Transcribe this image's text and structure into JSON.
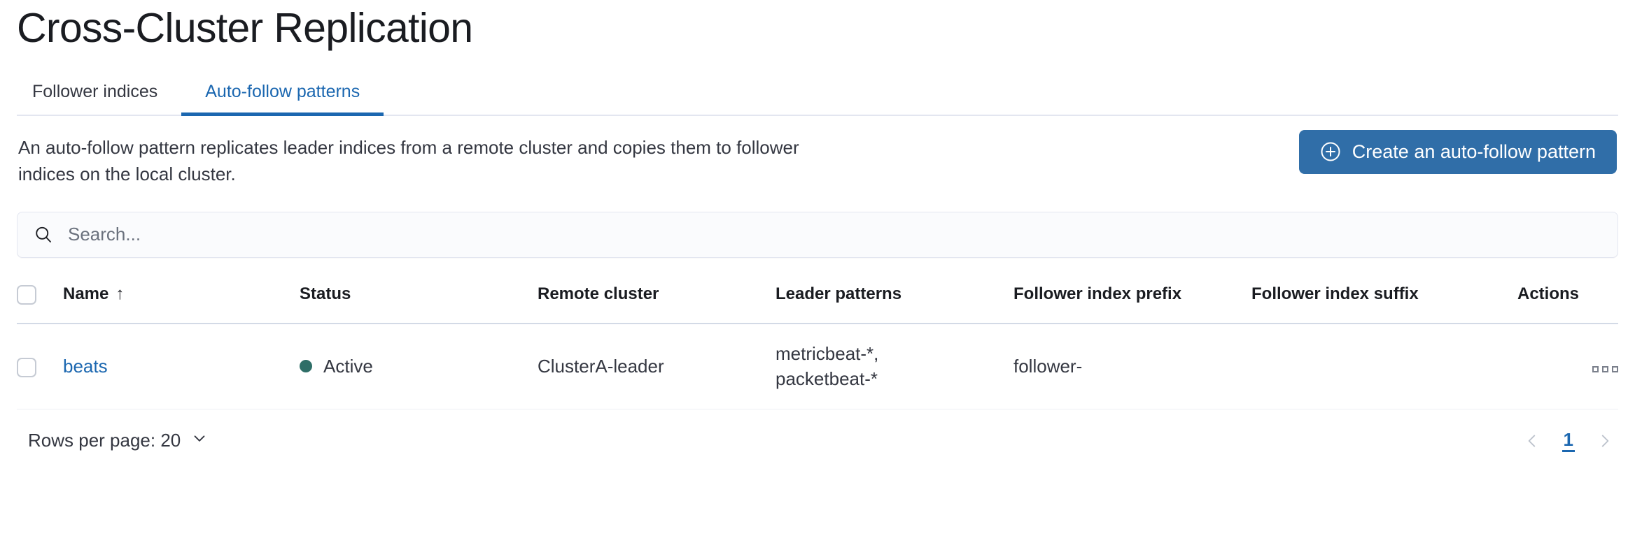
{
  "page": {
    "title": "Cross-Cluster Replication"
  },
  "tabs": [
    {
      "label": "Follower indices",
      "active": false
    },
    {
      "label": "Auto-follow patterns",
      "active": true
    }
  ],
  "intro": {
    "description": "An auto-follow pattern replicates leader indices from a remote cluster and copies them to follower indices on the local cluster.",
    "create_button_label": "Create an auto-follow pattern",
    "create_button_icon": "plus-in-circle-icon",
    "create_button_color": "#306EA8"
  },
  "search": {
    "placeholder": "Search...",
    "value": "",
    "icon": "search-icon"
  },
  "table": {
    "columns": [
      {
        "key": "checkbox",
        "label": ""
      },
      {
        "key": "name",
        "label": "Name",
        "sorted": "asc",
        "sort_icon": "arrow-up-icon"
      },
      {
        "key": "status",
        "label": "Status"
      },
      {
        "key": "remote_cluster",
        "label": "Remote cluster"
      },
      {
        "key": "leader_patterns",
        "label": "Leader patterns"
      },
      {
        "key": "follower_index_prefix",
        "label": "Follower index prefix"
      },
      {
        "key": "follower_index_suffix",
        "label": "Follower index suffix"
      },
      {
        "key": "actions",
        "label": "Actions"
      }
    ],
    "rows": [
      {
        "selected": false,
        "name": "beats",
        "status": "Active",
        "status_color": "#2E6E67",
        "remote_cluster": "ClusterA-leader",
        "leader_patterns": [
          "metricbeat-*,",
          "packetbeat-*"
        ],
        "follower_index_prefix": "follower-",
        "follower_index_suffix": "",
        "actions_icon": "ellipsis-horizontal-icon"
      }
    ]
  },
  "footer": {
    "rows_per_page_label": "Rows per page: 20",
    "rows_per_page_icon": "chevron-down-icon",
    "prev_icon": "chevron-left-icon",
    "next_icon": "chevron-right-icon",
    "pages": [
      {
        "label": "1",
        "active": true
      }
    ]
  },
  "colors": {
    "primary_blue": "#1B67B0",
    "button_blue": "#306EA8",
    "success_green": "#2E6E67",
    "border": "#D3DAE6",
    "text": "#343741"
  }
}
